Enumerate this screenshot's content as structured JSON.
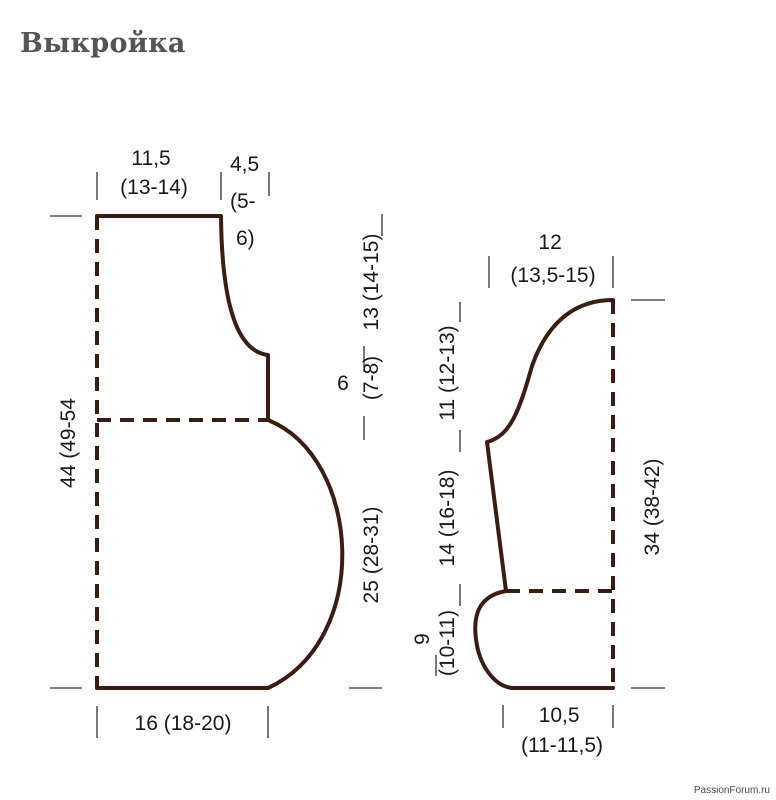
{
  "title": "Выкройка",
  "watermark": "PassionForum.ru",
  "colors": {
    "outline": "#3a1e14",
    "text": "#1a1a1a",
    "title": "#555555"
  },
  "back_piece": {
    "top_width": [
      "11,5",
      "(13-14)"
    ],
    "shoulder": [
      "4,5",
      "(5-",
      "6)"
    ],
    "total_height": "44 (49-54",
    "bottom_width": "16 (18-20)",
    "neck_height": "6",
    "neck_height_alt": "(7-8)",
    "armhole_height": "13 (14-15)",
    "side_height": "25 (28-31)"
  },
  "sleeve_piece": {
    "top_width": [
      "12",
      "(13,5-15)"
    ],
    "cap_height": "11 (12-13)",
    "body_height": "14 (16-18)",
    "cuff_height": "9",
    "cuff_height_alt": "(10-11)",
    "total_height": "34 (38-42)",
    "bottom_width": [
      "10,5",
      "(11-11,5)"
    ]
  }
}
